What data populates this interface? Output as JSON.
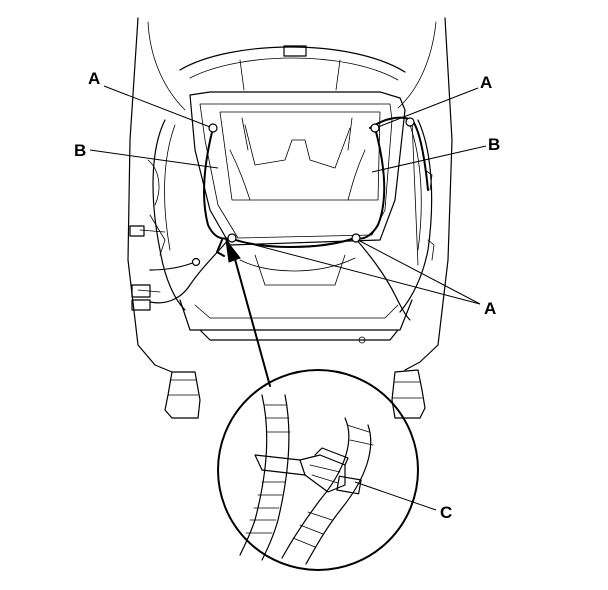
{
  "diagram": {
    "callouts": {
      "a_upper_left": "A",
      "a_upper_right": "A",
      "a_lower_right": "A",
      "b_left": "B",
      "b_right": "B",
      "c": "C"
    }
  }
}
